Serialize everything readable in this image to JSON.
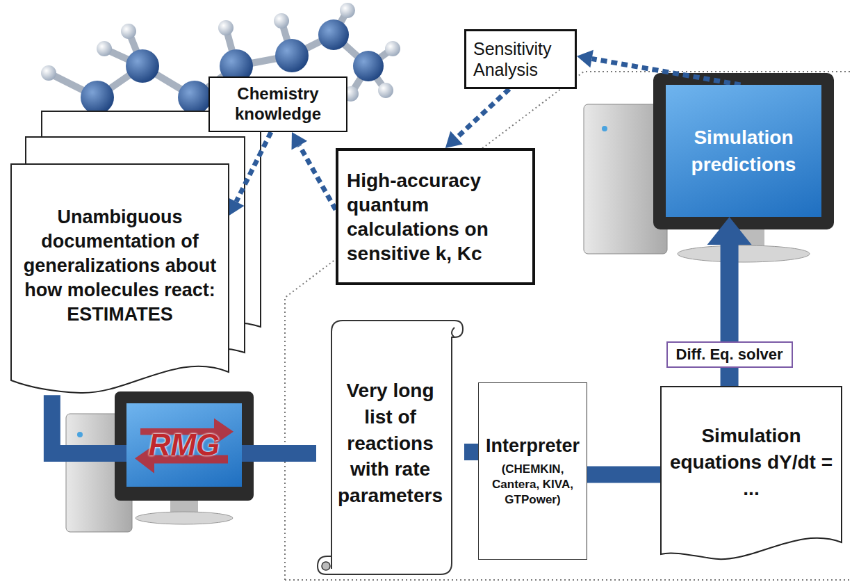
{
  "diagram": {
    "nodes": [
      {
        "text": [
          "Sensitivity Analysis"
        ]
      },
      {
        "text": [
          "Chemistry knowledge"
        ]
      },
      {
        "text": [
          "Unambiguous documentation of generalizations about how molecules react: ESTIMATES"
        ]
      },
      {
        "text": [
          "High-accuracy quantum calculations on sensitive k, Kc"
        ]
      },
      {
        "text": [
          "Simulation predictions"
        ]
      },
      {
        "text": [
          "RMG"
        ]
      },
      {
        "text": [
          "Very long list of reactions with rate parameters"
        ]
      },
      {
        "text": [
          "Interpreter",
          "(CHEMKIN, Cantera, KIVA, GTPower)"
        ]
      },
      {
        "text": [
          "Simulation equations dY/dt = ..."
        ]
      }
    ],
    "edges": [
      {
        "from": 4,
        "to": 0,
        "arrow": "to"
      },
      {
        "from": 0,
        "to": 3,
        "arrow": "to"
      },
      {
        "from": 3,
        "to": 1,
        "arrow": "to"
      },
      {
        "from": 1,
        "to": 2,
        "arrow": "to"
      },
      {
        "from": 2,
        "to": 5,
        "arrow": "none"
      },
      {
        "from": 5,
        "to": 6,
        "arrow": "none"
      },
      {
        "from": 6,
        "to": 7,
        "arrow": "none"
      },
      {
        "from": 7,
        "to": 8,
        "arrow": "none"
      },
      {
        "from": 8,
        "to": 4,
        "label": "Diff. Eq. solver",
        "arrow": "to"
      }
    ]
  }
}
